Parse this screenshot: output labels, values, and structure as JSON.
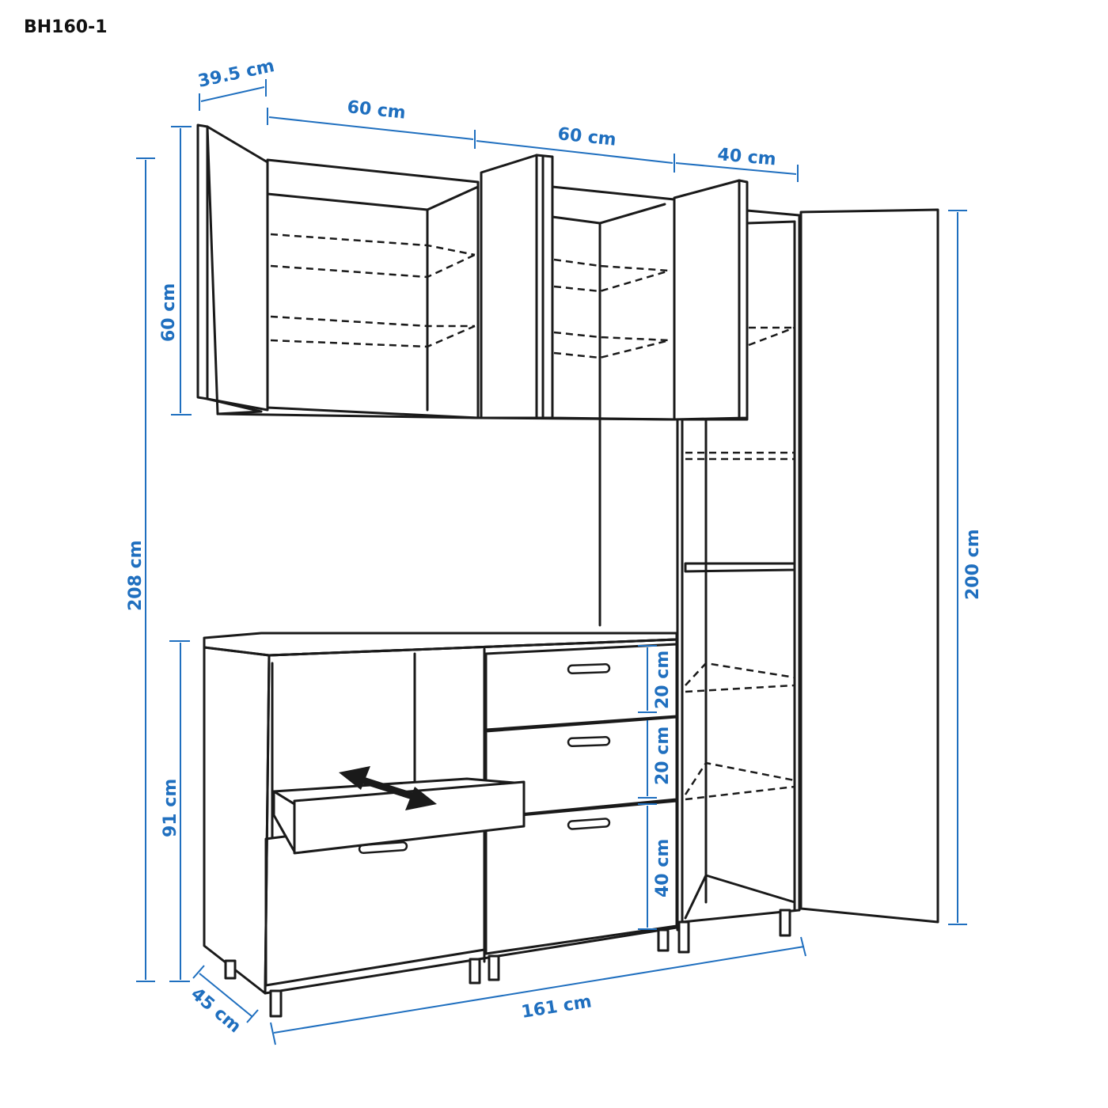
{
  "model_code": "BH160-1",
  "colors": {
    "dimension": "#1f6fbf",
    "outline": "#1a1a1a",
    "background": "#ffffff"
  },
  "dimensions": {
    "wall_cabinet_depth": "39.5 cm",
    "wall_cabinet_width_1": "60 cm",
    "wall_cabinet_width_2": "60 cm",
    "tall_cabinet_width": "40 cm",
    "wall_cabinet_height": "60 cm",
    "total_height": "208 cm",
    "base_height": "91 cm",
    "tall_door_height": "200 cm",
    "drawer_1_height": "20 cm",
    "drawer_2_height": "20 cm",
    "drawer_3_height": "40 cm",
    "base_depth": "45 cm",
    "total_width": "161 cm"
  },
  "icons": {
    "pull_arrow": "double-arrow-icon"
  }
}
